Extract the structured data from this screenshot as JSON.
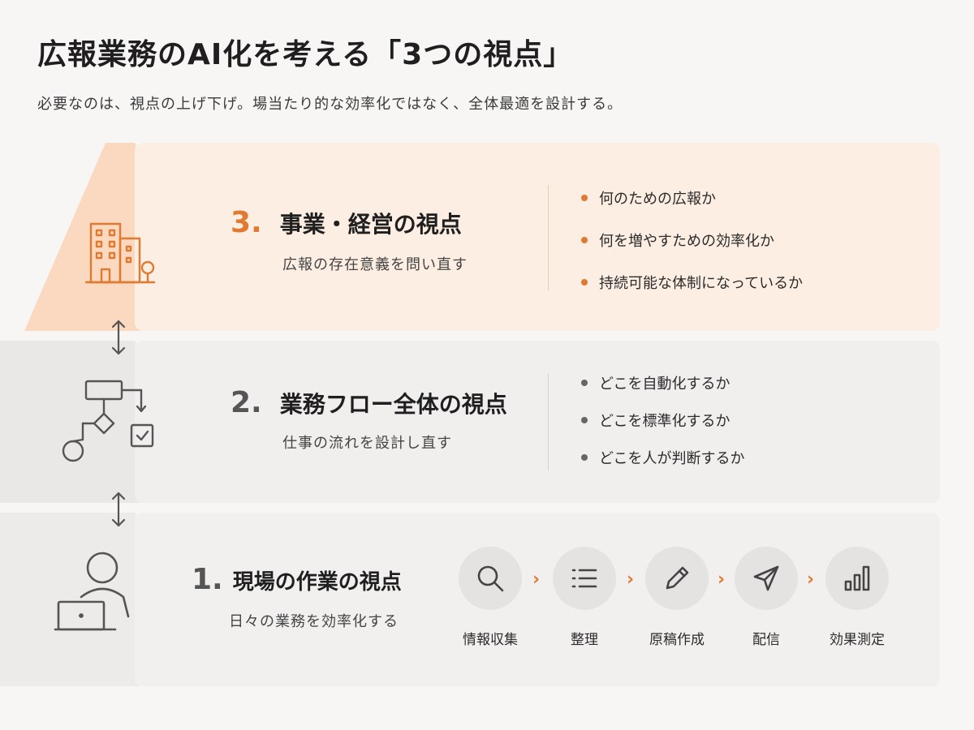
{
  "header": {
    "title": "広報業務のAI化を考える「3つの視点」",
    "subtitle": "必要なのは、視点の上げ下げ。場当たり的な効率化ではなく、全体最適を設計する。"
  },
  "colors": {
    "accent": "#e07a30",
    "text_dark": "#1f1f1f",
    "icon_gray": "#555555",
    "top_band": "#fdeee3",
    "neutral_band": "#f0efee"
  },
  "levels": [
    {
      "number": "3.",
      "title": "事業・経営の視点",
      "description": "広報の存在意義を問い直す",
      "icon": "building-icon",
      "bullets": [
        "何のための広報か",
        "何を増やすための効率化か",
        "持続可能な体制になっているか"
      ]
    },
    {
      "number": "2.",
      "title": "業務フロー全体の視点",
      "description": "仕事の流れを設計し直す",
      "icon": "flowchart-icon",
      "bullets": [
        "どこを自動化するか",
        "どこを標準化するか",
        "どこを人が判断するか"
      ]
    },
    {
      "number": "1.",
      "title": "現場の作業の視点",
      "description": "日々の業務を効率化する",
      "icon": "person-laptop-icon",
      "steps": [
        {
          "label": "情報収集",
          "icon": "search-icon"
        },
        {
          "label": "整理",
          "icon": "list-icon"
        },
        {
          "label": "原稿作成",
          "icon": "pencil-icon"
        },
        {
          "label": "配信",
          "icon": "send-icon"
        },
        {
          "label": "効果測定",
          "icon": "bar-chart-icon"
        }
      ]
    }
  ]
}
